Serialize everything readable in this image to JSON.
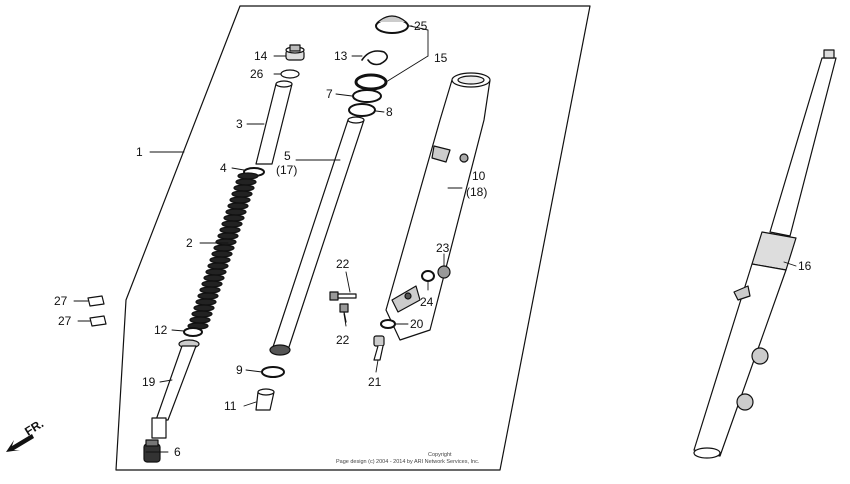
{
  "callouts": [
    {
      "id": "1",
      "text": "1"
    },
    {
      "id": "2",
      "text": "2"
    },
    {
      "id": "3",
      "text": "3"
    },
    {
      "id": "4",
      "text": "4"
    },
    {
      "id": "5",
      "text": "5"
    },
    {
      "id": "5b",
      "text": "(17)"
    },
    {
      "id": "6",
      "text": "6"
    },
    {
      "id": "7",
      "text": "7"
    },
    {
      "id": "8",
      "text": "8"
    },
    {
      "id": "9",
      "text": "9"
    },
    {
      "id": "10",
      "text": "10"
    },
    {
      "id": "10b",
      "text": "(18)"
    },
    {
      "id": "11",
      "text": "11"
    },
    {
      "id": "12",
      "text": "12"
    },
    {
      "id": "13",
      "text": "13"
    },
    {
      "id": "14",
      "text": "14"
    },
    {
      "id": "15",
      "text": "15"
    },
    {
      "id": "16",
      "text": "16"
    },
    {
      "id": "19",
      "text": "19"
    },
    {
      "id": "20",
      "text": "20"
    },
    {
      "id": "21",
      "text": "21"
    },
    {
      "id": "22a",
      "text": "22"
    },
    {
      "id": "22b",
      "text": "22"
    },
    {
      "id": "23",
      "text": "23"
    },
    {
      "id": "24",
      "text": "24"
    },
    {
      "id": "25",
      "text": "25"
    },
    {
      "id": "26",
      "text": "26"
    },
    {
      "id": "27a",
      "text": "27"
    },
    {
      "id": "27b",
      "text": "27"
    }
  ],
  "direction_label": "FR.",
  "copyright_line1": "Copyright",
  "copyright_line2": "Page design (c) 2004 - 2014 by ARI Network Services, Inc.",
  "colors": {
    "ink": "#111111",
    "background": "#ffffff"
  }
}
